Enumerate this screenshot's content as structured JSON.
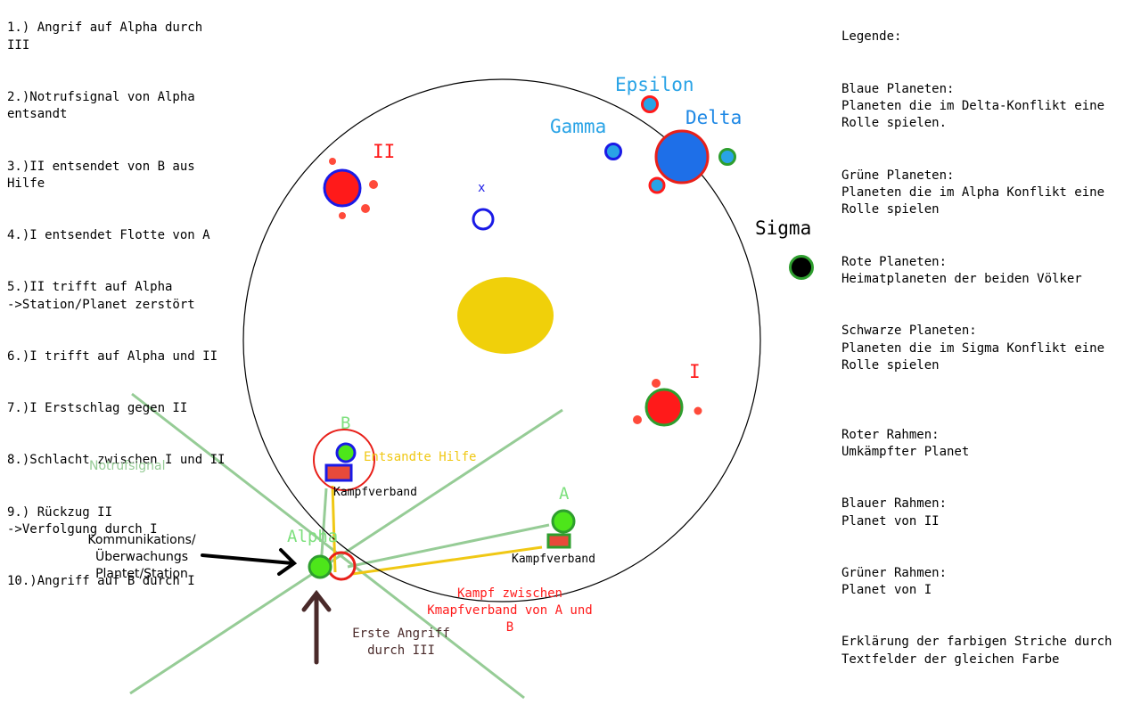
{
  "steps": [
    "1.) Angrif auf Alpha durch\nIII",
    "2.)Notrufsignal von Alpha\nentsandt",
    "3.)II entsendet von B aus\nHilfe",
    "4.)I entsendet Flotte von A",
    "5.)II trifft auf Alpha\n->Station/Planet zerstört",
    "6.)I trifft auf Alpha und II",
    "7.)I Erstschlag gegen II",
    "8.)Schlacht zwischen I und II",
    "9.) Rückzug II\n->Verfolgung durch I",
    "10.)Angriff auf B durch I"
  ],
  "legend": {
    "title": "Legende:",
    "items": [
      "Blaue Planeten:\nPlaneten die im Delta-Konflikt eine\nRolle spielen.",
      "Grüne Planeten:\nPlaneten die im Alpha Konflikt eine\nRolle spielen",
      "Rote Planeten:\nHeimatplaneten der beiden Völker",
      "Schwarze Planeten:\nPlaneten die im Sigma Konflikt eine\nRolle spielen",
      "Roter Rahmen:\nUmkämpfter Planet",
      "Blauer Rahmen:\nPlanet von II",
      "Grüner Rahmen:\nPlanet von I",
      "Erklärung der farbigen Striche durch\nTextfelder der gleichen Farbe"
    ]
  },
  "map_labels": {
    "epsilon": "Epsilon",
    "gamma": "Gamma",
    "delta": "Delta",
    "sigma": "Sigma",
    "ii": "II",
    "i": "I",
    "x": "x",
    "b": "B",
    "a": "A",
    "alpha": "Alpha"
  },
  "annotations": {
    "notrufsignal": "Notrufsignal",
    "entsandte_hilfe": "Entsandte Hilfe",
    "kampfverband_b": "Kampfverband",
    "kampfverband_a": "Kampfverband",
    "kommunikation": "Kommunikations/\nÜberwachungs\nPlantet/Station",
    "kampf": "Kampf zwischen\nKmapfverband von A und\nB",
    "erste_angriff": "Erste Angriff\ndurch III"
  },
  "colors": {
    "sun": "#f0d00a",
    "red": "#ff1a1a",
    "blue": "#1a1ae6",
    "planet_blue": "#1e88e5",
    "cyan_text": "#29a3e6",
    "green": "#4de61a",
    "light_green": "#96cc96",
    "yellow_line": "#f0c814",
    "black": "#000000",
    "dark_brown": "#4a2a2a"
  }
}
